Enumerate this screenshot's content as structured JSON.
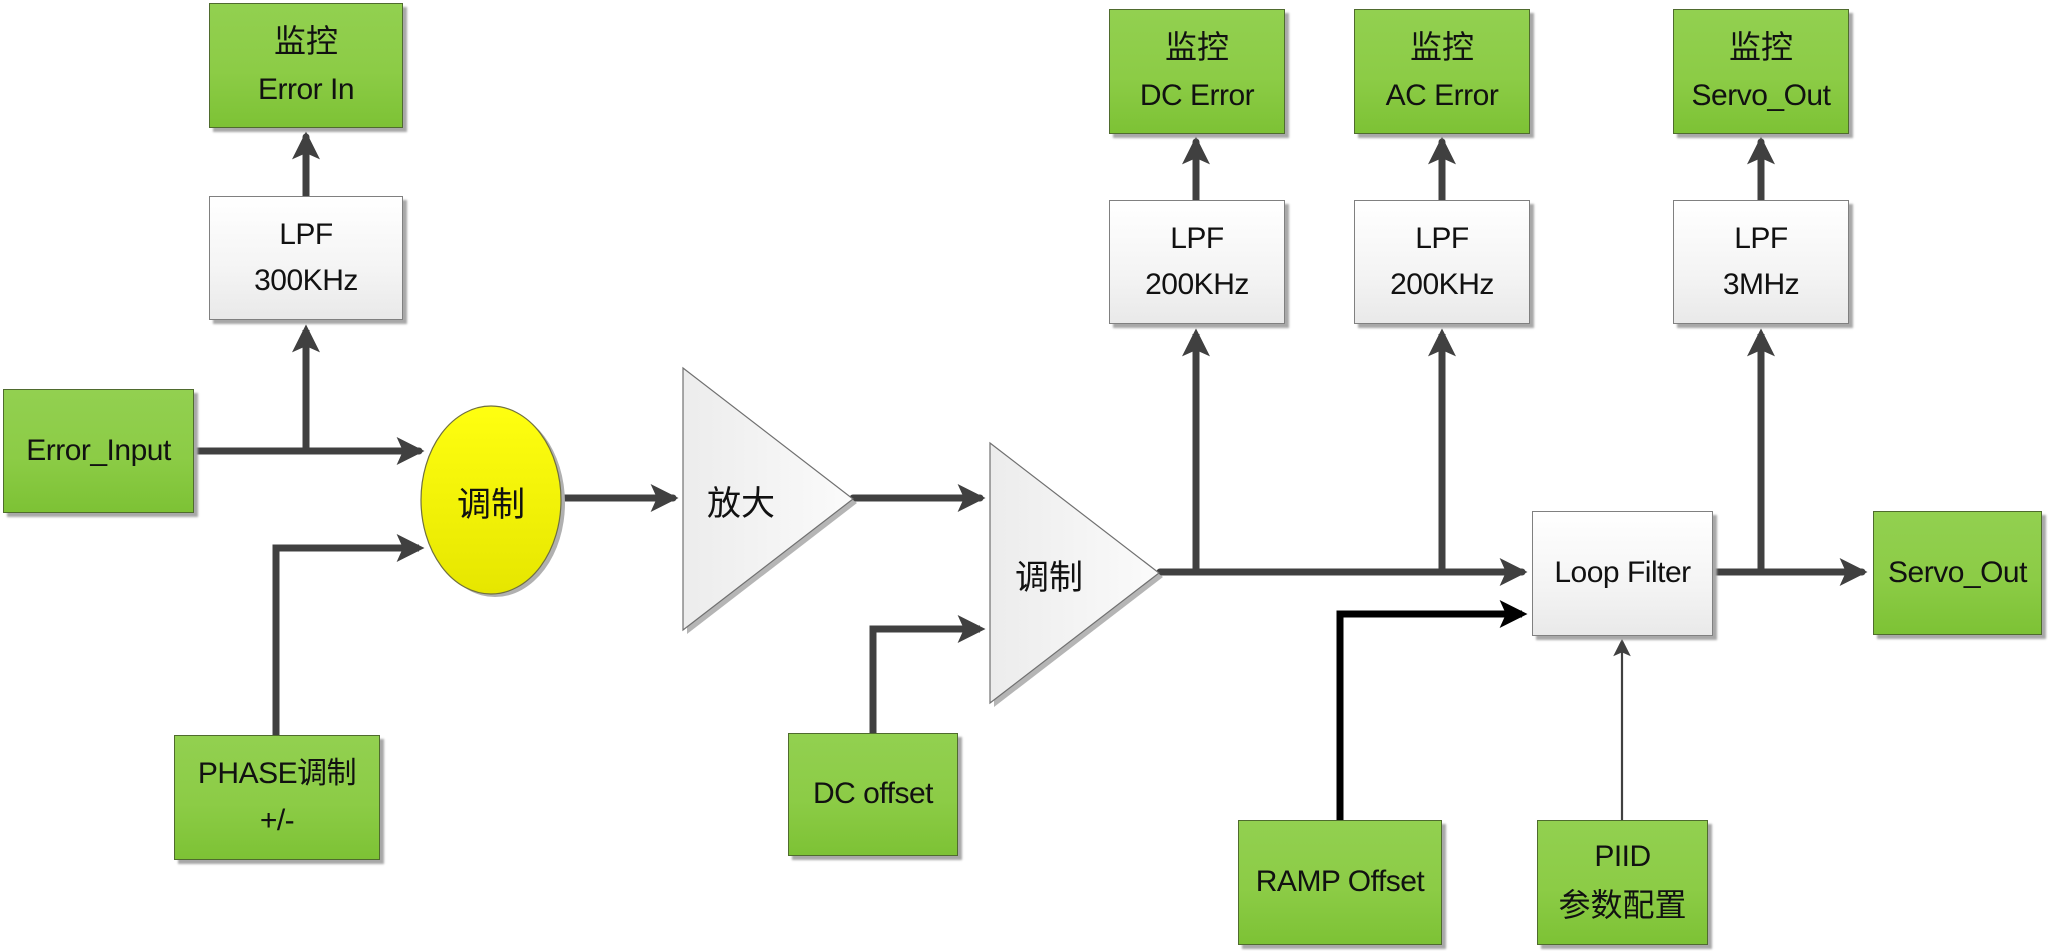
{
  "colors": {
    "block_green": "#92d050",
    "block_white": "#f4f4f4",
    "modulator_yellow": "#f5f500",
    "connector": "#404040",
    "ramp_connector": "#000000"
  },
  "nodes": {
    "error_input": {
      "label": "Error_Input"
    },
    "phase_mod": {
      "line1": "PHASE调制",
      "line2": "+/-"
    },
    "modulator_circle": {
      "label": "调制"
    },
    "amplifier": {
      "label": "放大"
    },
    "demodulator": {
      "label": "调制"
    },
    "dc_offset": {
      "label": "DC offset"
    },
    "loop_filter": {
      "label": "Loop Filter"
    },
    "servo_out": {
      "label": "Servo_Out"
    },
    "ramp_offset": {
      "label": "RAMP Offset"
    },
    "piid_config": {
      "line1": "PIID",
      "line2": "参数配置"
    },
    "lpf_error_in": {
      "line1": "LPF",
      "line2": "300KHz"
    },
    "lpf_dc_error": {
      "line1": "LPF",
      "line2": "200KHz"
    },
    "lpf_ac_error": {
      "line1": "LPF",
      "line2": "200KHz"
    },
    "lpf_servo_out": {
      "line1": "LPF",
      "line2": "3MHz"
    },
    "monitor_error_in": {
      "line1": "监控",
      "line2": "Error In"
    },
    "monitor_dc_error": {
      "line1": "监控",
      "line2": "DC Error"
    },
    "monitor_ac_error": {
      "line1": "监控",
      "line2": "AC Error"
    },
    "monitor_servo_out": {
      "line1": "监控",
      "line2": "Servo_Out"
    }
  },
  "edges": [
    {
      "from": "Error_Input",
      "to": "调制 (circle)"
    },
    {
      "from": "Error_Input",
      "to": "LPF 300KHz"
    },
    {
      "from": "LPF 300KHz",
      "to": "监控 Error In"
    },
    {
      "from": "PHASE调制 +/-",
      "to": "调制 (circle)"
    },
    {
      "from": "调制 (circle)",
      "to": "放大"
    },
    {
      "from": "放大",
      "to": "调制 (triangle)"
    },
    {
      "from": "DC offset",
      "to": "调制 (triangle)"
    },
    {
      "from": "调制 (triangle)",
      "to": "Loop Filter"
    },
    {
      "from": "调制 (triangle)",
      "to": "LPF 200KHz (DC)"
    },
    {
      "from": "调制 (triangle)",
      "to": "LPF 200KHz (AC)"
    },
    {
      "from": "LPF 200KHz (DC)",
      "to": "监控 DC Error"
    },
    {
      "from": "LPF 200KHz (AC)",
      "to": "监控 AC Error"
    },
    {
      "from": "RAMP Offset",
      "to": "Loop Filter"
    },
    {
      "from": "PIID 参数配置",
      "to": "Loop Filter"
    },
    {
      "from": "Loop Filter",
      "to": "Servo_Out"
    },
    {
      "from": "Loop Filter",
      "to": "LPF 3MHz"
    },
    {
      "from": "LPF 3MHz",
      "to": "监控 Servo_Out"
    }
  ]
}
